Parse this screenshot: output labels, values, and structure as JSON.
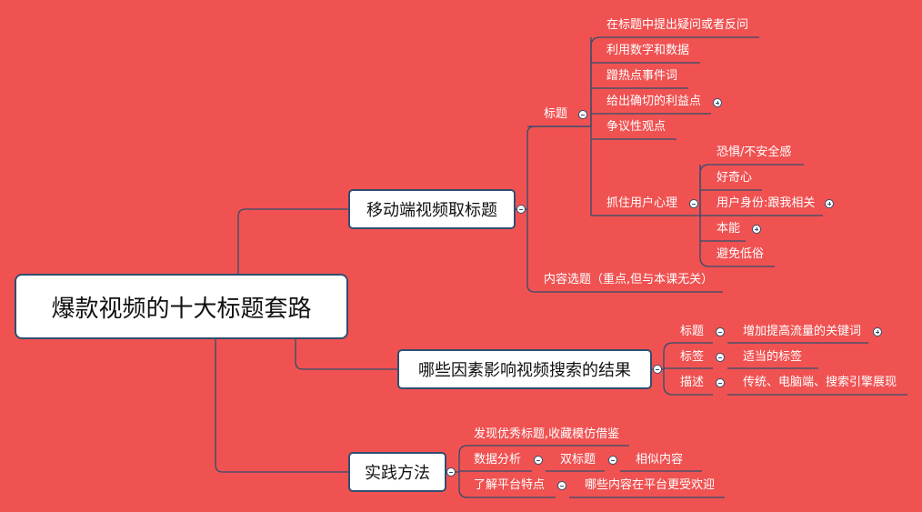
{
  "root": "爆款视频的十大标题套路",
  "branches": {
    "mobile": {
      "title": "移动端视频取标题",
      "biaoti": {
        "label": "标题",
        "items": [
          "在标题中提出疑问或者反问",
          "利用数字和数据",
          "蹭热点事件词",
          "给出确切的利益点",
          "争议性观点"
        ]
      },
      "psych": {
        "label": "抓住用户心理",
        "items": [
          "恐惧/不安全感",
          "好奇心",
          "用户身份:跟我相关",
          "本能",
          "避免低俗"
        ]
      },
      "content": "内容选题（重点,但与本课无关）"
    },
    "search": {
      "title": "哪些因素影响视频搜索的结果",
      "rows": [
        {
          "label": "标题",
          "value": "增加提高流量的关键词"
        },
        {
          "label": "标签",
          "value": "适当的标签"
        },
        {
          "label": "描述",
          "value": "传统、电脑端、搜索引擎展现"
        }
      ]
    },
    "practice": {
      "title": "实践方法",
      "discover": "发现优秀标题,收藏模仿借鉴",
      "data_analysis": "数据分析",
      "double_title": "双标题",
      "similar": "相似内容",
      "platform": "了解平台特点",
      "popular": "哪些内容在平台更受欢迎"
    }
  }
}
